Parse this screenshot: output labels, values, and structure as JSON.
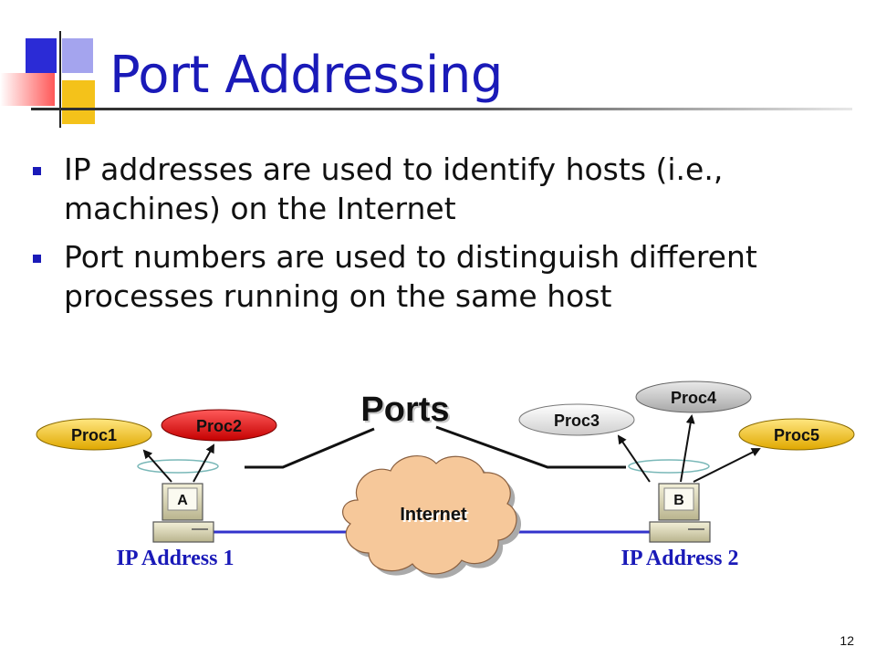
{
  "slide": {
    "title": "Port Addressing",
    "bullets": [
      "IP addresses are used to identify hosts (i.e., machines) on the Internet",
      "Port numbers are used to distinguish different processes running on the same host"
    ],
    "page_number": "12"
  },
  "diagram": {
    "ports_label": "Ports",
    "internet_label": "Internet",
    "hosts": [
      {
        "label": "A",
        "address": "IP Address 1"
      },
      {
        "label": "B",
        "address": "IP Address 2"
      }
    ],
    "processes": [
      {
        "label": "Proc1",
        "color": "#f3c92a"
      },
      {
        "label": "Proc2",
        "color": "#e11414"
      },
      {
        "label": "Proc3",
        "color": "#e8e8e8"
      },
      {
        "label": "Proc4",
        "color": "#c6c6c6"
      },
      {
        "label": "Proc5",
        "color": "#f3c92a"
      }
    ],
    "colors": {
      "title": "#1a1ab8",
      "cloud": "#f6c89a",
      "network_line": "#3333cc",
      "port_ring": "#7ab8b8"
    }
  }
}
